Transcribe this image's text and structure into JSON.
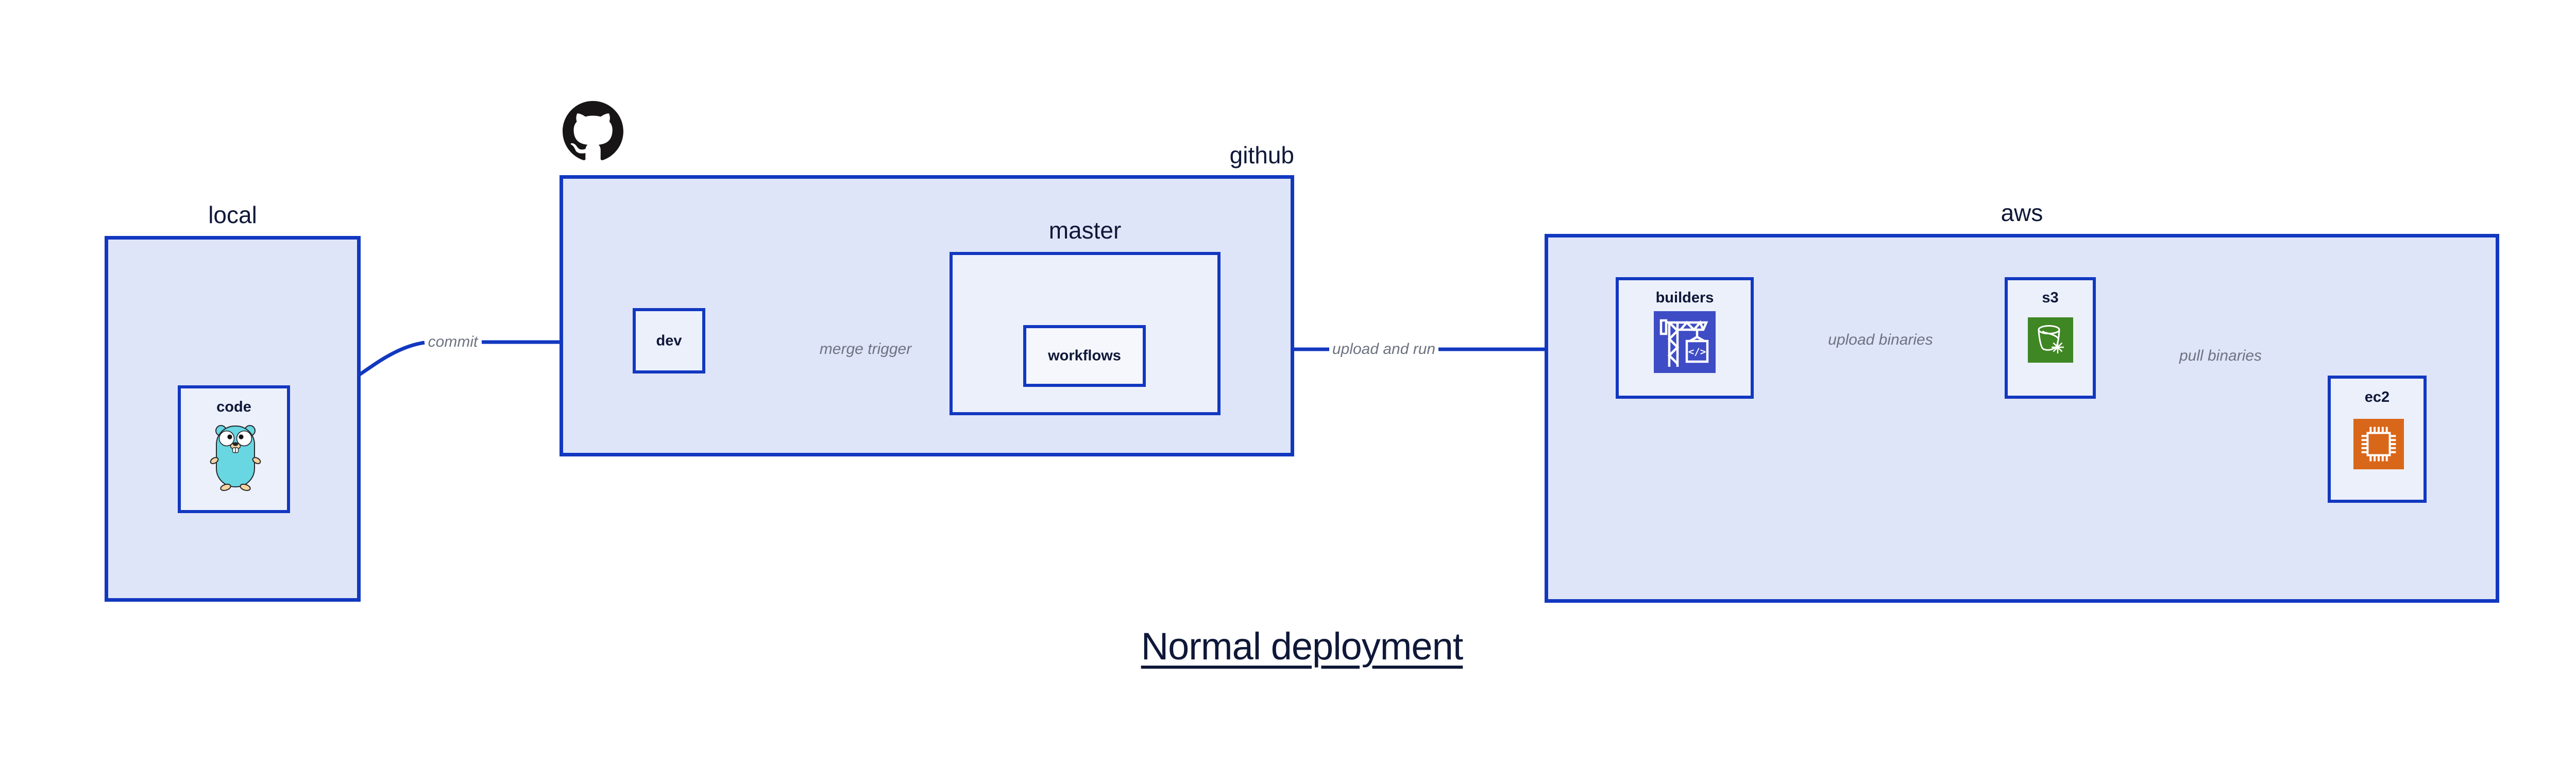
{
  "title": {
    "text": "Normal deployment"
  },
  "groups": {
    "local": {
      "label": "local"
    },
    "github": {
      "label": "github"
    },
    "master": {
      "label": "master"
    },
    "aws": {
      "label": "aws"
    }
  },
  "nodes": {
    "code": {
      "label": "code"
    },
    "dev": {
      "label": "dev"
    },
    "workflows": {
      "label": "workflows"
    },
    "builders": {
      "label": "builders",
      "icon_code_text": "</>"
    },
    "s3": {
      "label": "s3"
    },
    "ec2": {
      "label": "ec2"
    }
  },
  "edges": [
    {
      "from": "code",
      "to": "dev",
      "label": "commit"
    },
    {
      "from": "dev",
      "to": "workflows",
      "label": "merge trigger"
    },
    {
      "from": "workflows",
      "to": "builders",
      "label": "upload and run"
    },
    {
      "from": "builders",
      "to": "s3",
      "label": "upload binaries"
    },
    {
      "from": "s3",
      "to": "ec2",
      "label": "pull binaries"
    }
  ],
  "icons": {
    "github": "github-octocat-icon",
    "code": "go-gopher-icon",
    "builders": "codebuild-crane-icon",
    "s3": "s3-bucket-snowflake-icon",
    "ec2": "ec2-chip-icon"
  },
  "colors": {
    "line_blue": "#1238c0",
    "group_fill": "#dfe5f8",
    "node_fill": "#ecf0fb",
    "node_fill_inner": "#f5f7fd",
    "text_navy": "#0f1838",
    "edge_label_gray": "#6d7380",
    "octocat_black": "#171515",
    "gopher_teal": "#68d7e2",
    "codebuild_indigo": "#3e4cc5",
    "s3_green": "#3f8624",
    "ec2_orange": "#d9671a"
  }
}
